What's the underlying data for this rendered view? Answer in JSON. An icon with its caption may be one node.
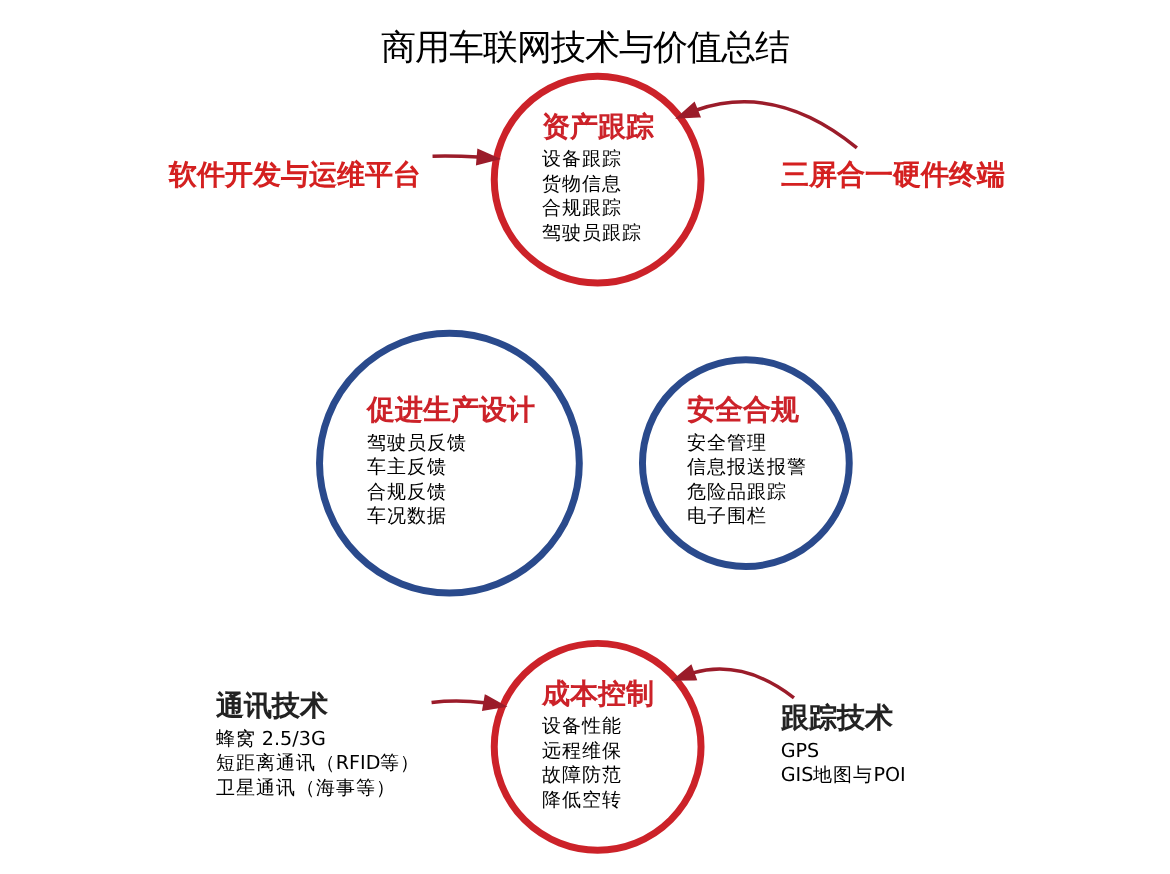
{
  "diagram": {
    "title": "商用车联网技术与价值总结",
    "nodes": [
      {
        "text": [
          "软件开发与运维平台"
        ]
      },
      {
        "text": [
          "三屏合一硬件终端"
        ]
      },
      {
        "text": [
          "资产跟踪",
          "设备跟踪",
          "货物信息",
          "合规跟踪",
          "驾驶员跟踪"
        ]
      },
      {
        "text": [
          "促进生产设计",
          "驾驶员反馈",
          "车主反馈",
          "合规反馈",
          "车况数据"
        ]
      },
      {
        "text": [
          "安全合规",
          "安全管理",
          "信息报送报警",
          "危险品跟踪",
          "电子围栏"
        ]
      },
      {
        "text": [
          "成本控制",
          "设备性能",
          "远程维保",
          "故障防范",
          "降低空转"
        ]
      },
      {
        "text": [
          "通讯技术",
          "蜂窝 2.5/3G",
          "短距离通讯（RFID等）",
          "卫星通讯（海事等）"
        ]
      },
      {
        "text": [
          "跟踪技术",
          "GPS",
          "GIS地图与POI"
        ]
      }
    ],
    "edges": [
      {
        "from": 0,
        "to": 2,
        "arrow": "to"
      },
      {
        "from": 1,
        "to": 2,
        "arrow": "to"
      },
      {
        "from": 6,
        "to": 5,
        "arrow": "to"
      },
      {
        "from": 7,
        "to": 5,
        "arrow": "to"
      }
    ]
  }
}
